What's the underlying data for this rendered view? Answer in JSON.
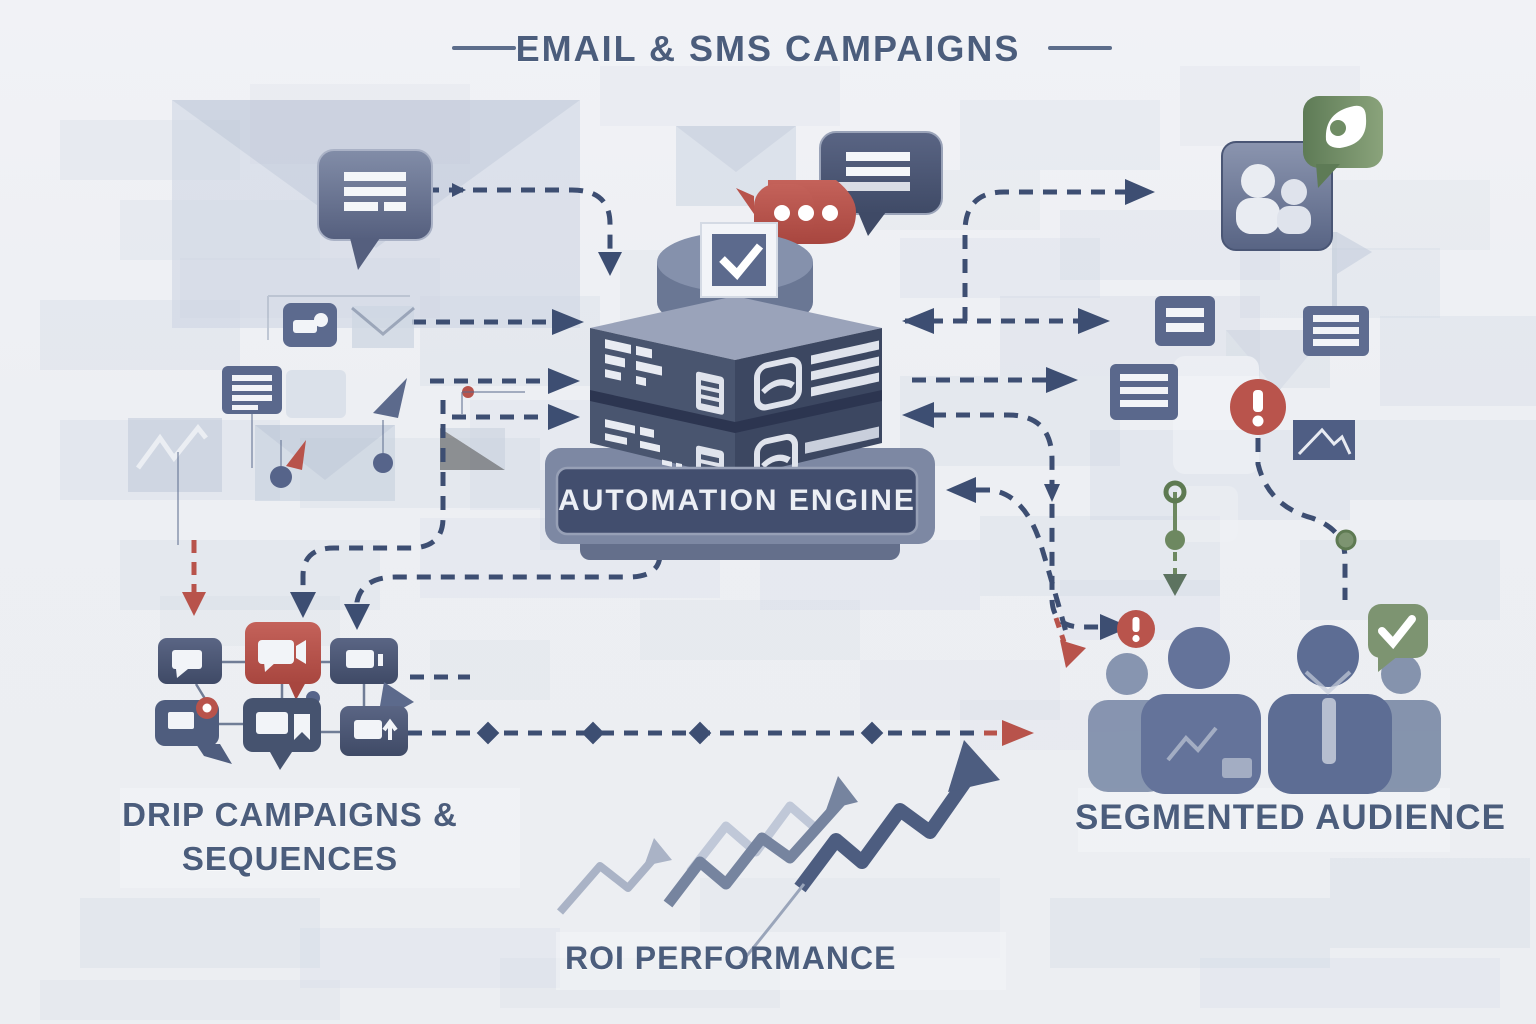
{
  "header": {
    "title": "EMAIL & SMS CAMPAIGNS"
  },
  "center": {
    "engine_label": "AUTOMATION ENGINE"
  },
  "left_cluster": {
    "label_line1": "DRIP CAMPAIGNS &",
    "label_line2": "SEQUENCES"
  },
  "right_cluster": {
    "label": "SEGMENTED AUDIENCE"
  },
  "bottom": {
    "label": "ROI PERFORMANCE"
  },
  "icons": {
    "center": [
      "checkmark-badge-icon",
      "server-stack-icon"
    ],
    "top_left": [
      "envelope-icon",
      "chat-bubble-lines-icon"
    ],
    "top_center": [
      "envelope-icon",
      "sms-dots-bubble-icon",
      "chat-bubble-lines-icon"
    ],
    "top_right": [
      "contacts-card-icon",
      "leaf-bubble-icon",
      "flag-icon"
    ],
    "mid_left": [
      "megaphone-tile-icon",
      "envelope-outline-icon",
      "message-lines-tile-icon",
      "zigzag-mail-icon",
      "cursor-arrow-icon"
    ],
    "mid_right": [
      "message-2line-tile-icon",
      "message-3line-tile-icon",
      "alert-circle-icon",
      "mountain-tile-icon",
      "timeline-node-icon"
    ],
    "bottom_left": [
      "chat-tile-icon",
      "video-chat-tile-red-icon",
      "video-tile-icon",
      "pin-bubble-icon",
      "bookmark-chat-tile-icon",
      "share-chat-tile-icon"
    ],
    "bottom_right": [
      "alert-circle-icon",
      "check-bubble-green-icon",
      "person-silhouette-icon"
    ],
    "bottom_center": [
      "growth-arrow-icon"
    ]
  },
  "colors": {
    "background": "#eef0f4",
    "navy_tile": "#46536f",
    "slate_tile": "#5e6c8e",
    "accent_red": "#b8534b",
    "accent_green": "#7d9471",
    "connector": "#3d4e72",
    "heading_text": "#4b5d7c",
    "engine_plate": "#424e6e",
    "engine_text": "#eceff5"
  }
}
